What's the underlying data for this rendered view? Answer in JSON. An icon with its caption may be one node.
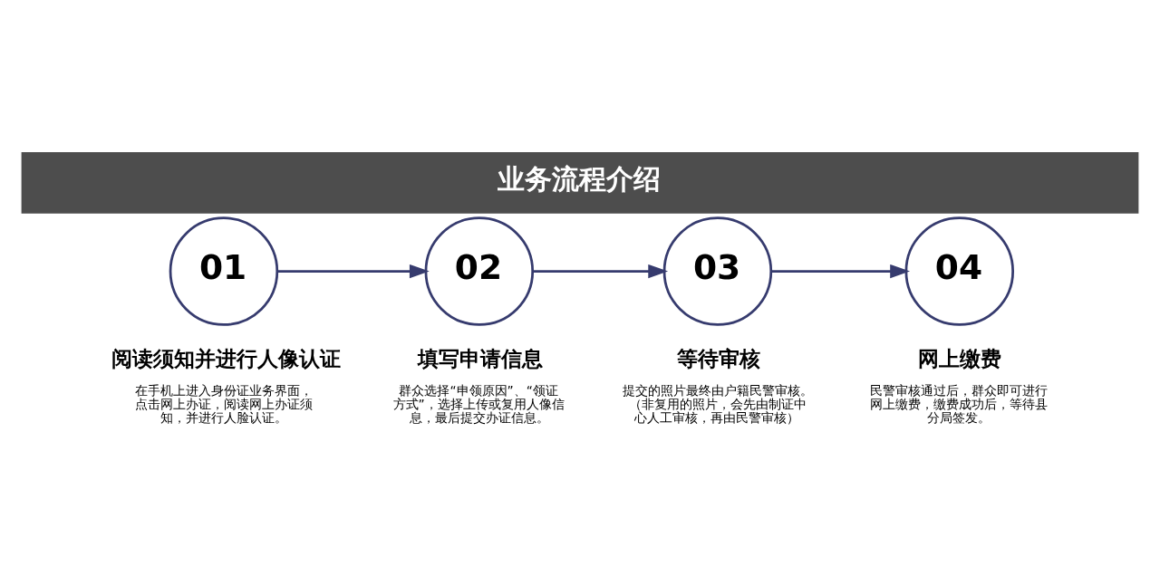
{
  "diagram": {
    "title": "业务流程介绍",
    "nodes": [
      {
        "text": [
          "01"
        ],
        "beside": [
          "阅读须知并进行人像认证",
          "在手机上进入身份证业务界面，点击网上办证，阅读网上办证须知，并进行人脸认证。"
        ]
      },
      {
        "text": [
          "02"
        ],
        "beside": [
          "填写申请信息",
          "群众选择“申领原因”、“领证方式”，选择上传或复用人像信息，最后提交办证信息。"
        ]
      },
      {
        "text": [
          "03"
        ],
        "beside": [
          "等待审核",
          "提交的照片最终由户籍民警审核。（非复用的照片，会先由制证中心人工审核，再由民警审核）"
        ]
      },
      {
        "text": [
          "04"
        ],
        "beside": [
          "网上缴费",
          "民警审核通过后，群众即可进行网上缴费，缴费成功后，等待县分局签发。"
        ]
      }
    ],
    "edges": [
      {
        "from": 0,
        "to": 1,
        "arrow": "to"
      },
      {
        "from": 1,
        "to": 2,
        "arrow": "to"
      },
      {
        "from": 2,
        "to": 3,
        "arrow": "to"
      }
    ]
  }
}
